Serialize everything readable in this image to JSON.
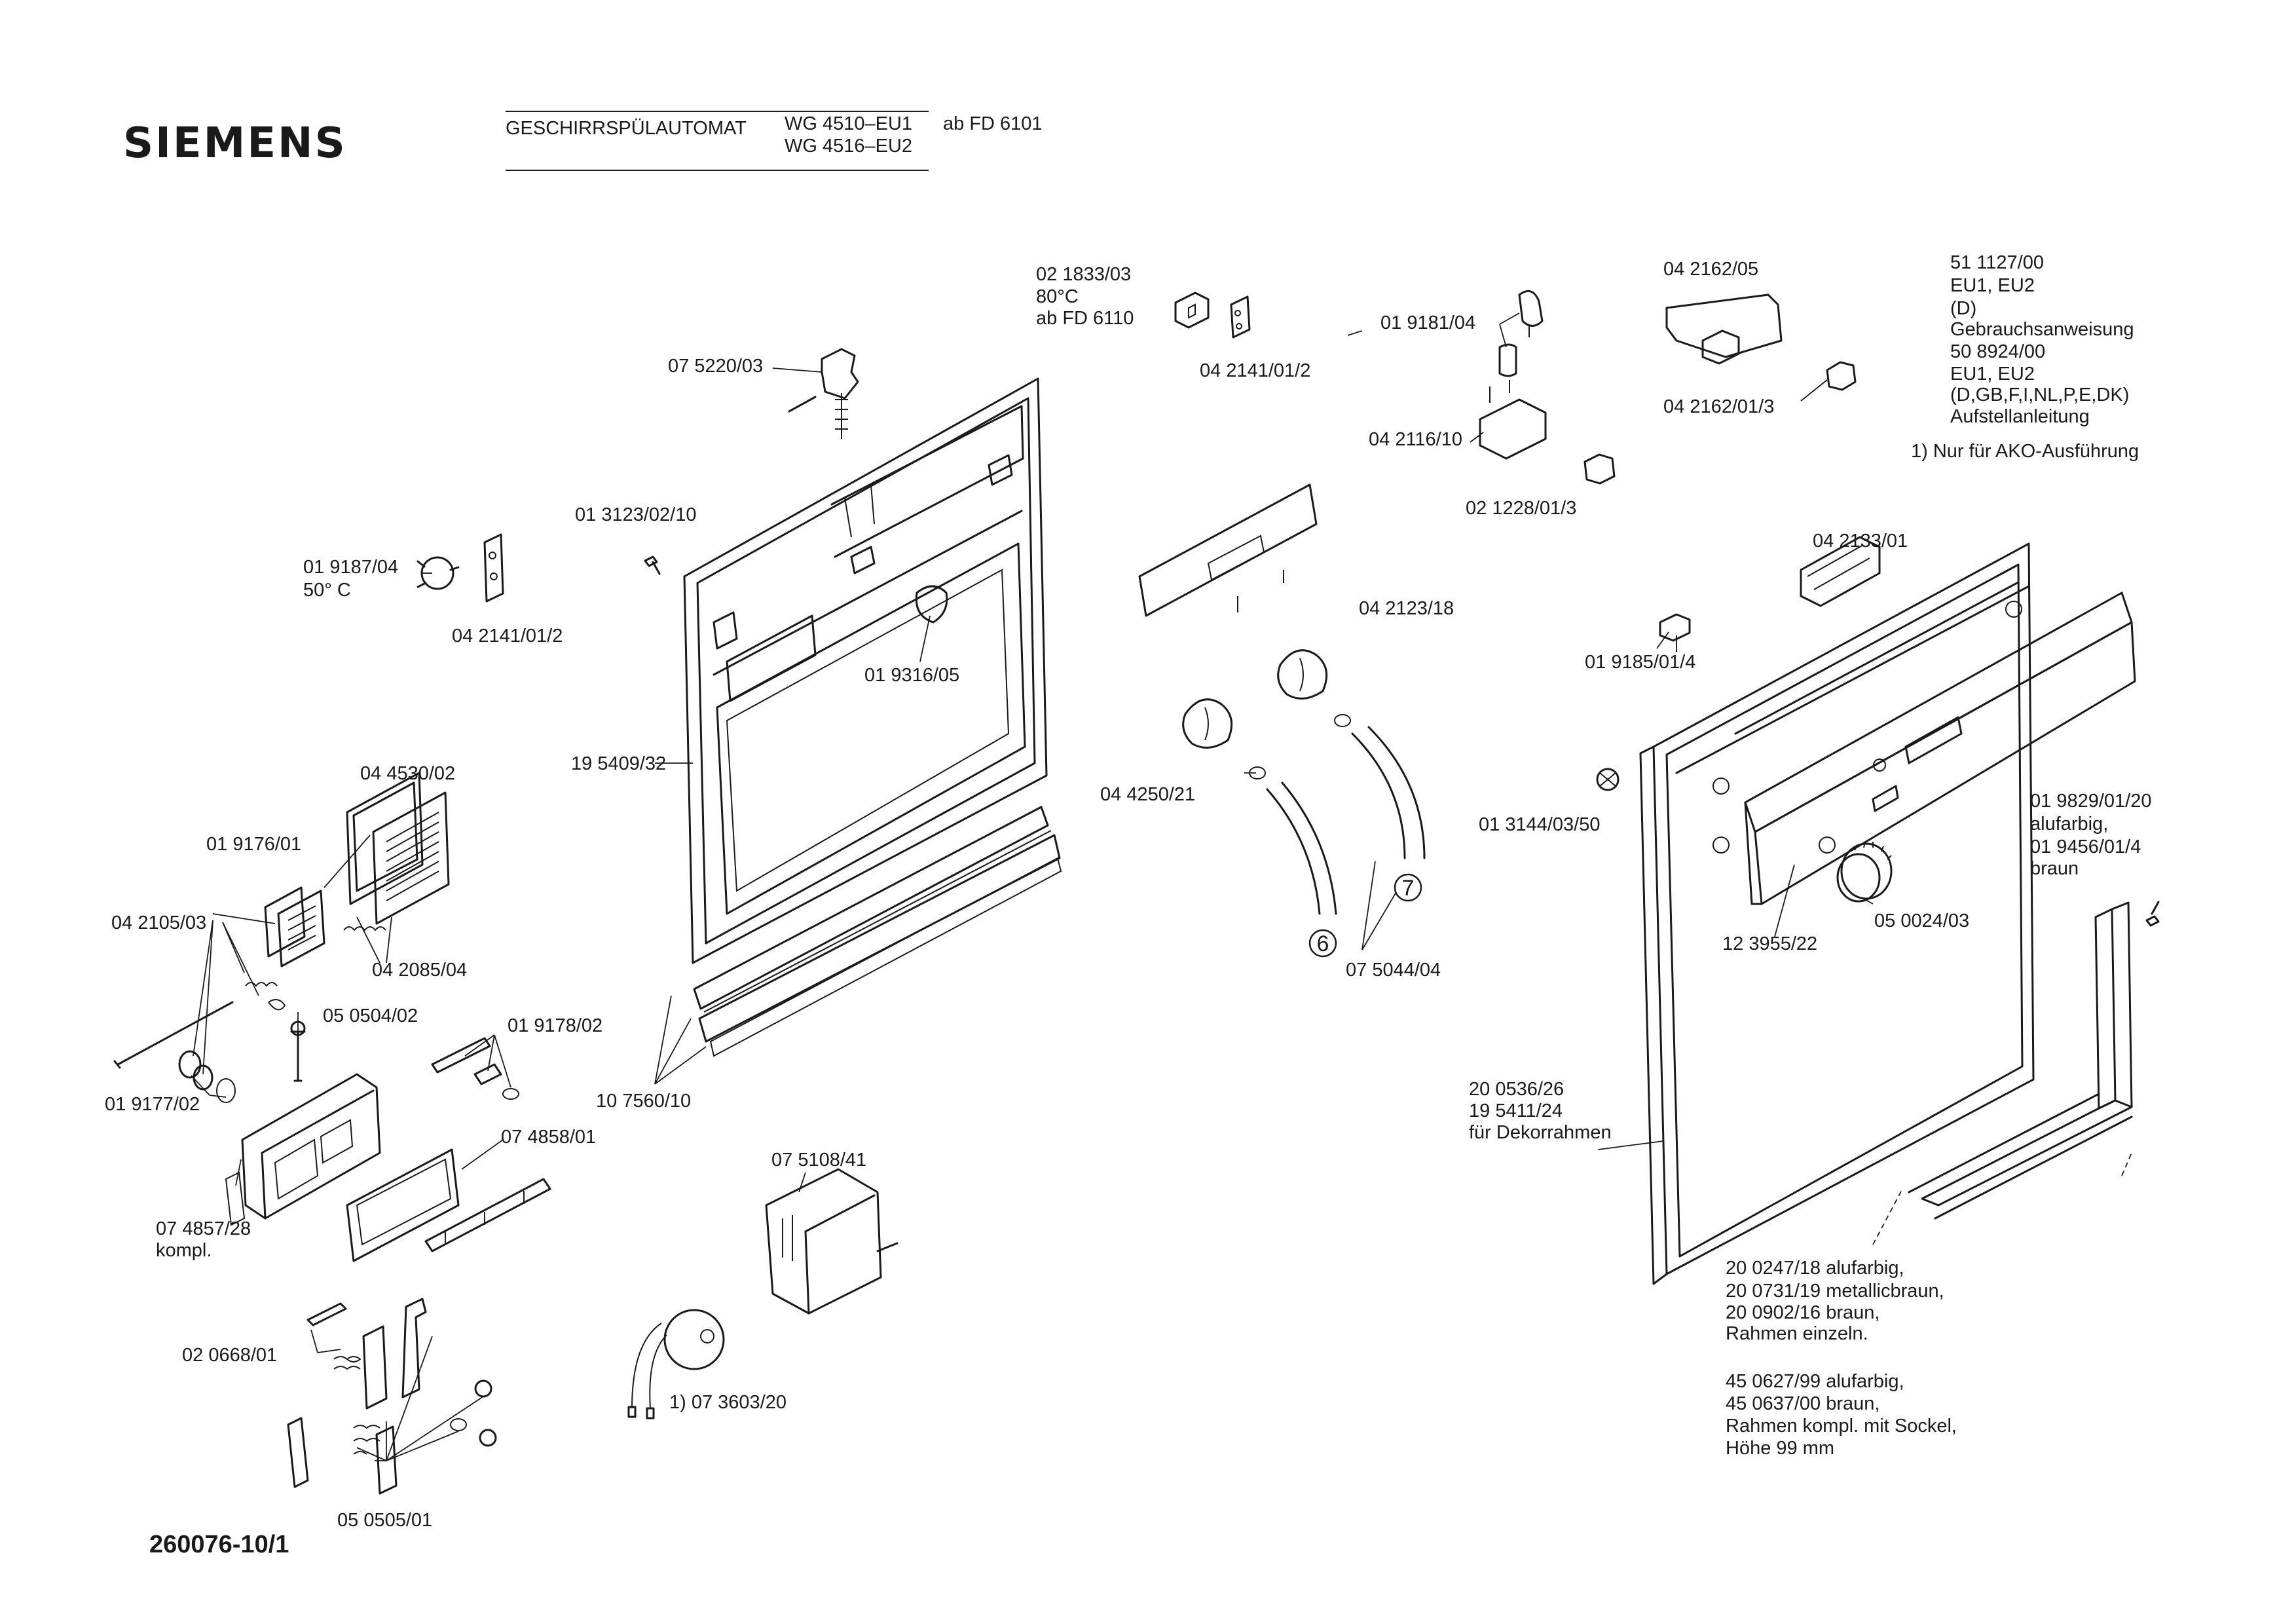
{
  "header": {
    "brand": "SIEMENS",
    "product": "GESCHIRRSPÜLAUTOMAT",
    "model_1": "WG 4510–EU1",
    "model_2": "WG 4516–EU2",
    "serial_from": "ab FD 6101"
  },
  "document_number": "260076-10/1",
  "notes": {
    "manual_no": "51 1127/00",
    "manual_variants": "EU1, EU2",
    "manual_lang": "(D)",
    "manual_title": "Gebrauchsanweisung",
    "install_no": "50 8924/00",
    "install_variants": "EU1, EU2",
    "install_lang": "(D,GB,F,I,NL,P,E,DK)",
    "install_title": "Aufstellanleitung",
    "footnote": "1) Nur für AKO-Ausführung"
  },
  "labels": {
    "p_021833_03": "02 1833/03",
    "p_80c": "80°C",
    "p_abfd6110": "ab FD 6110",
    "p_042141_01_2_top": "04 2141/01/2",
    "p_075220_03": "07 5220/03",
    "p_013123_02_10": "01 3123/02/10",
    "p_019187_04": "01 9187/04",
    "p_50c": "50° C",
    "p_042141_01_2_left": "04 2141/01/2",
    "p_019316_05": "01 9316/05",
    "p_195409_32": "19 5409/32",
    "p_044530_02": "04 4530/02",
    "p_019176_01": "01 9176/01",
    "p_042105_03": "04 2105/03",
    "p_042085_04": "04 2085/04",
    "p_050504_02": "05 0504/02",
    "p_019178_02": "01 9178/02",
    "p_019177_02": "01 9177/02",
    "p_107560_10": "10 7560/10",
    "p_074858_01": "07 4858/01",
    "p_074857_28": "07 4857/28",
    "p_kompl": "kompl.",
    "p_075108_41": "07 5108/41",
    "p_020668_01": "02 0668/01",
    "p_073603_20": "1) 07 3603/20",
    "p_050505_01": "05 0505/01",
    "p_019181_04": "01 9181/04",
    "p_042162_05": "04 2162/05",
    "p_042162_01_3": "04 2162/01/3",
    "p_042116_10": "04 2116/10",
    "p_021228_01_3": "02 1228/01/3",
    "p_042123_18": "04 2123/18",
    "p_044250_21": "04 4250/21",
    "p_075044_04": "07 5044/04",
    "p_042133_01": "04 2133/01",
    "p_019185_01_4": "01 9185/01/4",
    "p_013144_03_50": "01 3144/03/50",
    "p_019829_01_20": "01 9829/01/20",
    "p_alufarbig_a": "alufarbig,",
    "p_019456_01_4": "01 9456/01/4",
    "p_braun_a": "braun",
    "p_123955_22": "12 3955/22",
    "p_050024_03": "05 0024/03",
    "p_200536_26": "20 0536/26",
    "p_195411_24": "19 5411/24",
    "p_fur_dekor": "für Dekorrahmen",
    "p_200247_18": "20 0247/18  alufarbig,",
    "p_200731_19": "20 0731/19  metallicbraun,",
    "p_200902_16": "20 0902/16  braun,",
    "p_rahmen_einzeln": "Rahmen einzeln.",
    "p_450627_99": "45 0627/99  alufarbig,",
    "p_450637_00": "45 0637/00  braun,",
    "p_rahmen_kompl": "Rahmen kompl. mit Sockel,",
    "p_hoehe": "Höhe 99 mm"
  },
  "markers": {
    "m6": "6",
    "m7": "7"
  }
}
